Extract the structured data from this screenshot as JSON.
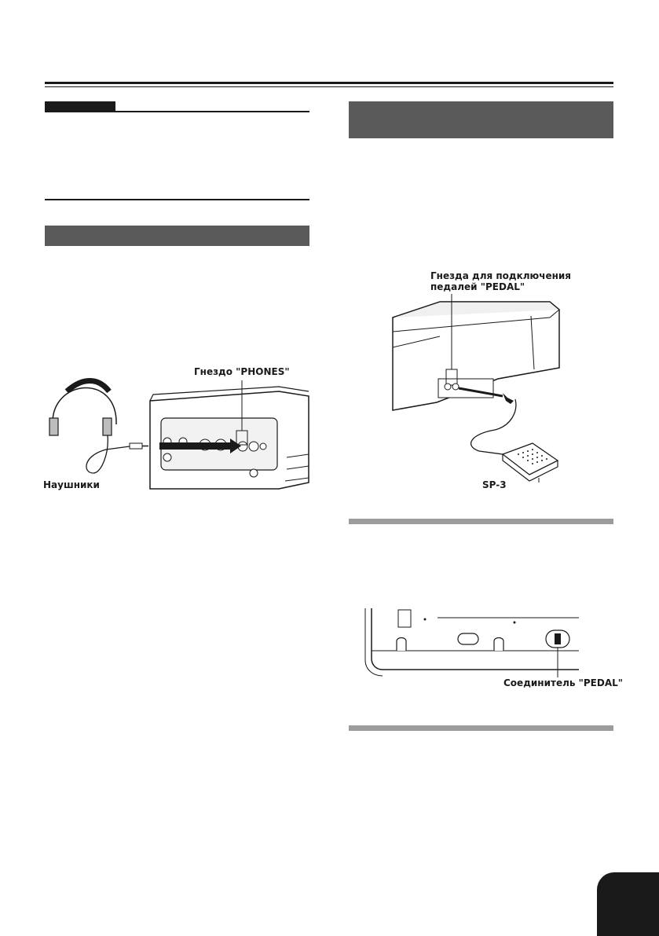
{
  "figures": {
    "phones": {
      "jack_label": "Гнездо \"PHONES\"",
      "headphones_label": "Наушники"
    },
    "pedal_jacks": {
      "jack_label": "Гнезда для подключения педалей \"PEDAL\"",
      "pedal_label": "SP-3"
    },
    "pedal_connector": {
      "connector_label": "Соединитель \"PEDAL\""
    }
  }
}
